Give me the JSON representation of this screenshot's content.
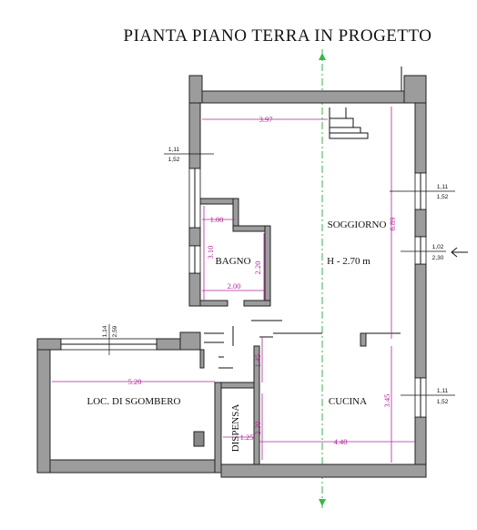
{
  "title": "PIANTA PIANO TERRA IN PROGETTO",
  "rooms": {
    "soggiorno": "SOGGIORNO",
    "height": "H - 2.70 m",
    "bagno": "BAGNO",
    "cucina": "CUCINA",
    "sgombero": "LOC. DI SGOMBERO",
    "dispensa": "DISPENSA"
  },
  "dimensions": {
    "d397": "3.97",
    "d689": "6.89",
    "d100": "1.00",
    "d310": "3.10",
    "d220": "2.20",
    "d200": "2.00",
    "d520": "5.20",
    "d145": "1.45",
    "d230": "2.30",
    "d125": "1.25",
    "d440": "4.40",
    "d345": "3.45"
  },
  "windows": {
    "w1a": "1,11",
    "w1b": "1,52",
    "w2a": "1,11",
    "w2b": "1,52",
    "w3a": "1,02",
    "w3b": "2,30",
    "w4a": "1,14",
    "w4b": "2,59",
    "w5a": "1,11",
    "w5b": "1,52"
  },
  "colors": {
    "wall_fill": "#9c9c9c",
    "dimension": "#b0269a",
    "section_line": "#3ab54a"
  }
}
